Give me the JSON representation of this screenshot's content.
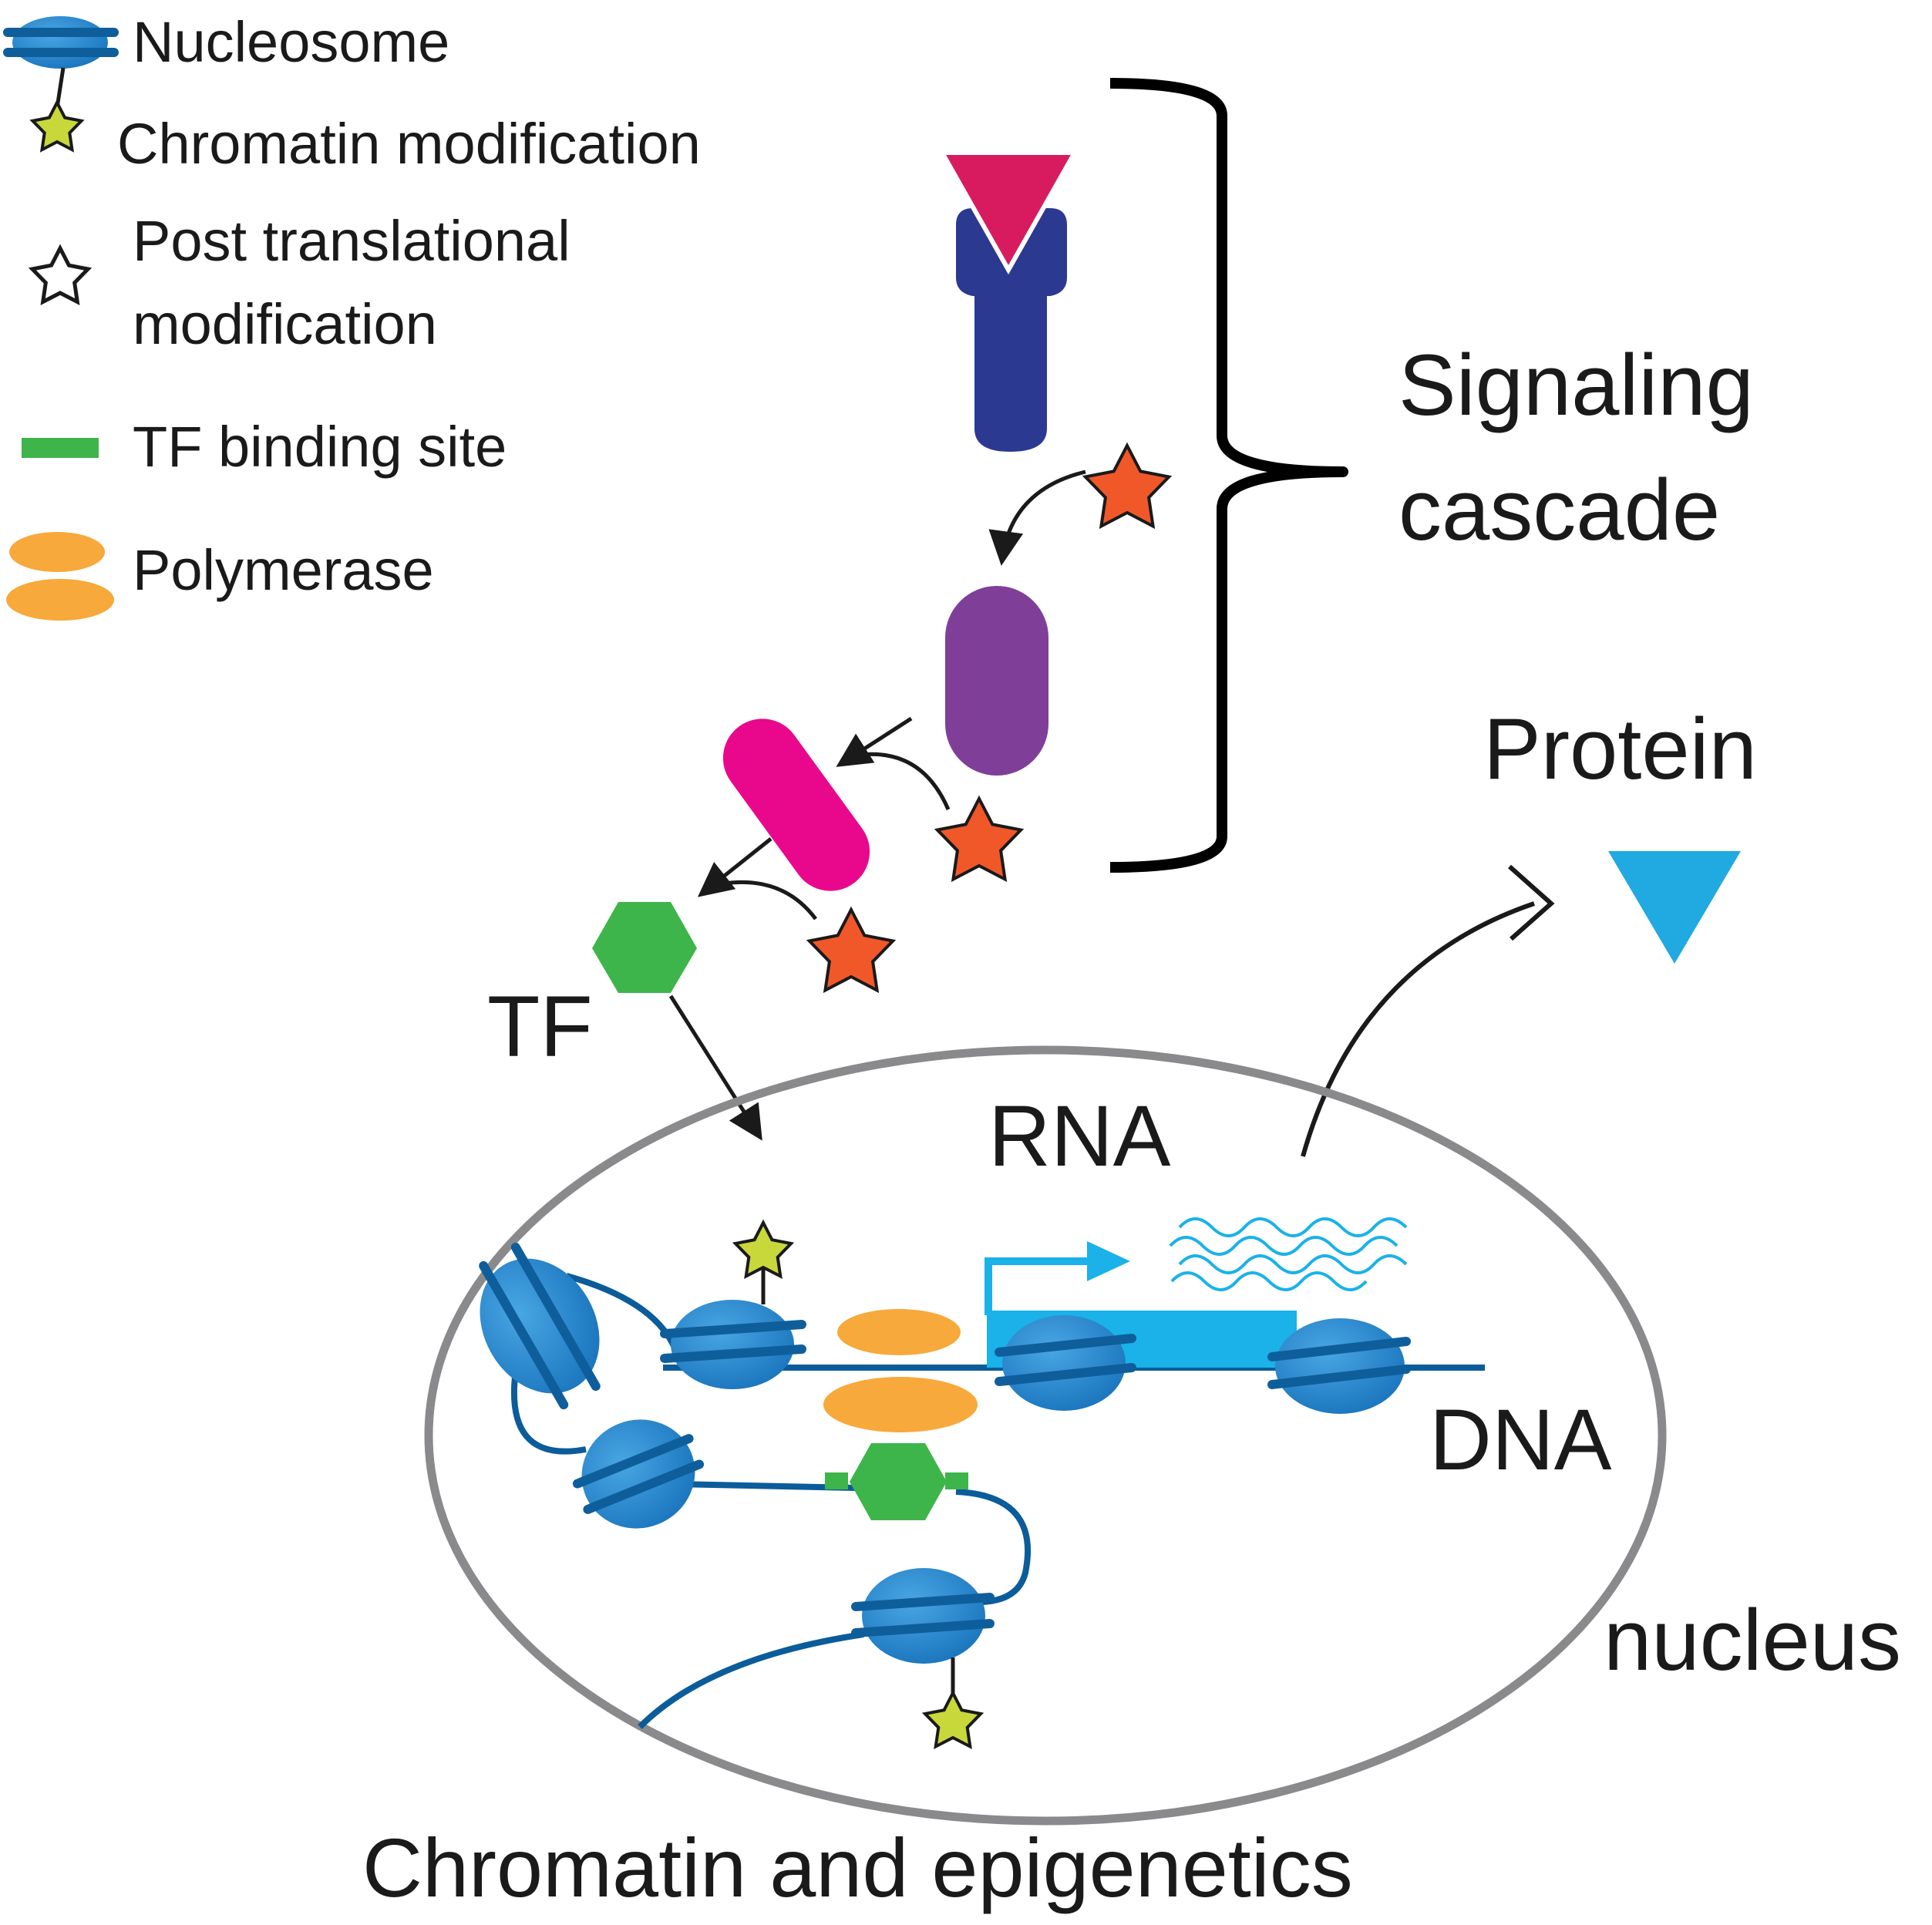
{
  "legend": {
    "nucleosome": "Nucleosome",
    "chromatin_modification": "Chromatin modification",
    "ptm_line1": "Post translational",
    "ptm_line2": "modification",
    "tf_binding_site": "TF binding site",
    "polymerase": "Polymerase"
  },
  "labels": {
    "signaling_line1": "Signaling",
    "signaling_line2": "cascade",
    "protein": "Protein",
    "tf": "TF",
    "rna": "RNA",
    "dna": "DNA",
    "nucleus": "nucleus",
    "title": "Chromatin and epigenetics"
  },
  "colors": {
    "nucleosome": "#1f86cf",
    "nucleosome_band": "#0f5e9c",
    "dna_strand": "#0b5c9a",
    "chromatin_mod_star": "#c8d83a",
    "ptm_star": "#f0582a",
    "tf_hexagon": "#3db54a",
    "polymerase": "#f7a93b",
    "ligand": "#d81b5f",
    "receptor": "#2b3990",
    "kinase_1": "#7f3f98",
    "kinase_2": "#e9088c",
    "gene": "#1ab2e8",
    "protein": "#21a9e1",
    "nucleus_outline": "#8a8a8c"
  },
  "icons": [
    "nucleosome-icon",
    "star-icon",
    "hexagon-icon",
    "triangle-icon",
    "arrow-icon",
    "bracket-icon"
  ]
}
